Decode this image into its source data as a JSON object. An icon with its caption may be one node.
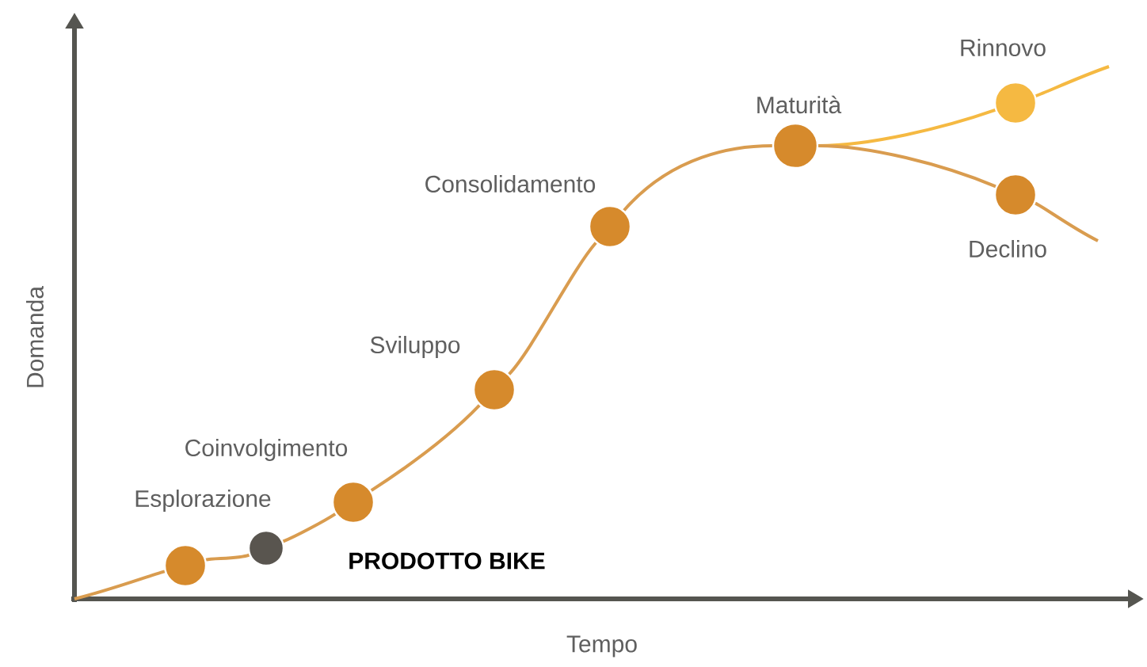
{
  "diagram": {
    "nodes": [
      {
        "text": [],
        "shape": "circle"
      },
      {
        "text": [],
        "shape": "circle"
      },
      {
        "text": [],
        "shape": "circle",
        "beside": [
          "Coinvolgimento"
        ]
      },
      {
        "text": [],
        "shape": "circle",
        "beside": [
          "Sviluppo"
        ]
      },
      {
        "text": [],
        "shape": "circle",
        "beside": [
          "Consolidamento"
        ]
      },
      {
        "text": [],
        "shape": "circle",
        "beside": [
          "Maturità"
        ]
      },
      {
        "text": [],
        "shape": "circle",
        "beside": [
          "Rinnovo"
        ]
      },
      {
        "text": [],
        "shape": "circle",
        "beside": [
          "Declino"
        ]
      }
    ],
    "edges": [
      {
        "from": null,
        "to": 0,
        "arrow": "none"
      },
      {
        "from": 0,
        "to": 1,
        "arrow": "none"
      },
      {
        "from": 1,
        "to": 2,
        "arrow": "none"
      },
      {
        "from": 2,
        "to": 3,
        "arrow": "none"
      },
      {
        "from": 3,
        "to": 4,
        "arrow": "none"
      },
      {
        "from": 4,
        "to": 5,
        "arrow": "none"
      },
      {
        "from": 5,
        "to": 6,
        "arrow": "none",
        "color": "#f5b942"
      },
      {
        "from": 5,
        "to": 7,
        "arrow": "none"
      },
      {
        "from": 6,
        "to": null,
        "arrow": "none",
        "color": "#f5b942"
      },
      {
        "from": 7,
        "to": null,
        "arrow": "none"
      }
    ],
    "labels": [
      "Domanda",
      "Esplorazione",
      "PRODOTTO BIKE",
      "Tempo"
    ]
  }
}
